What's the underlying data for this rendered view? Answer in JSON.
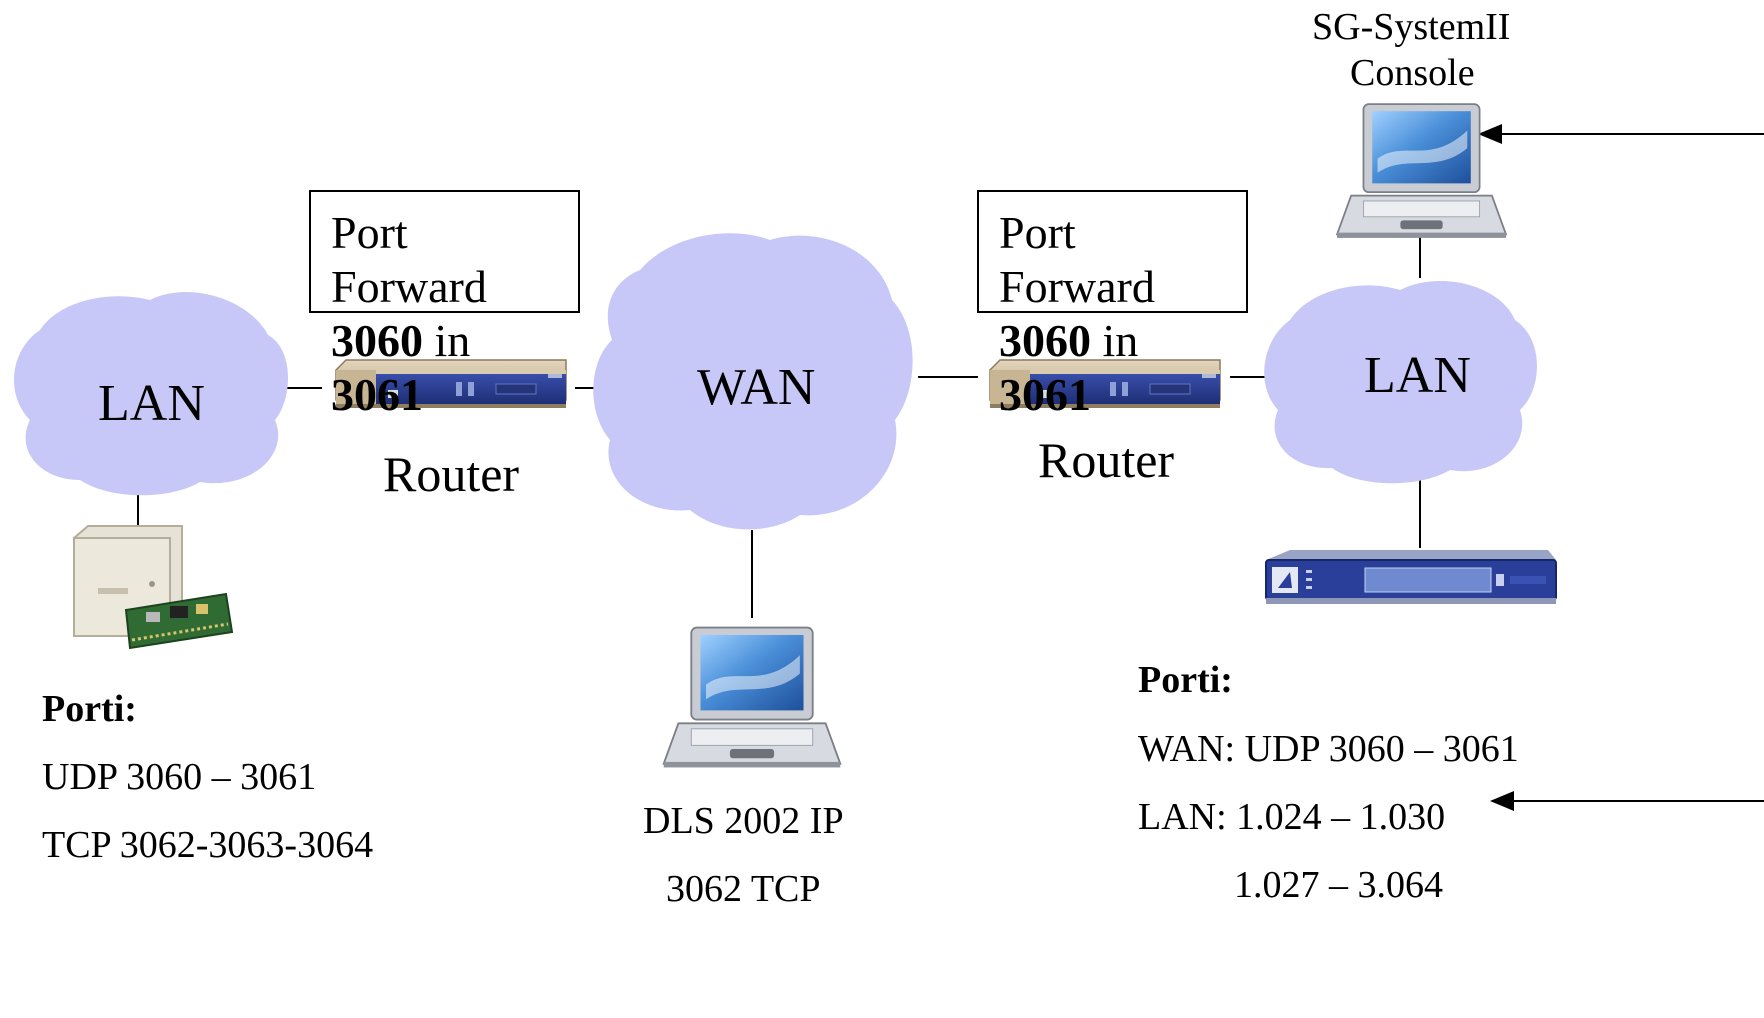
{
  "clouds": {
    "left": "LAN",
    "center": "WAN",
    "right": "LAN"
  },
  "port_forward": {
    "label": "Port Forward",
    "from": "3060",
    "word": "in",
    "to": "3061"
  },
  "routers": {
    "left_label": "Router",
    "right_label": "Router"
  },
  "console": {
    "line1": "SG-SystemII",
    "line2": "Console"
  },
  "left_ports": {
    "heading": "Porti:",
    "line1": "UDP 3060 – 3061",
    "line2": "TCP 3062-3063-3064"
  },
  "dls": {
    "line1": "DLS 2002 IP",
    "line2": "3062 TCP"
  },
  "right_ports": {
    "heading": "Porti:",
    "line1": "WAN: UDP 3060 – 3061",
    "line2": "LAN: 1.024 – 1.030",
    "line3": "1.027 – 3.064"
  },
  "colors": {
    "cloud": "#c8c8f8",
    "router_body": "#c9b89a",
    "router_panel": "#2e3e86",
    "panel_unit": "#2a3f9a",
    "laptop_screen": "#4a8fd8"
  }
}
